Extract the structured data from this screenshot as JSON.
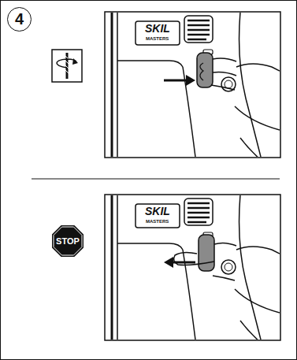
{
  "diagram": {
    "nodes": [
      {
        "text": [
          "4"
        ]
      },
      {
        "text": [
          "STOP"
        ]
      }
    ],
    "labels": [
      "SKIL",
      "MASTERS",
      "SKIL",
      "MASTERS"
    ]
  }
}
